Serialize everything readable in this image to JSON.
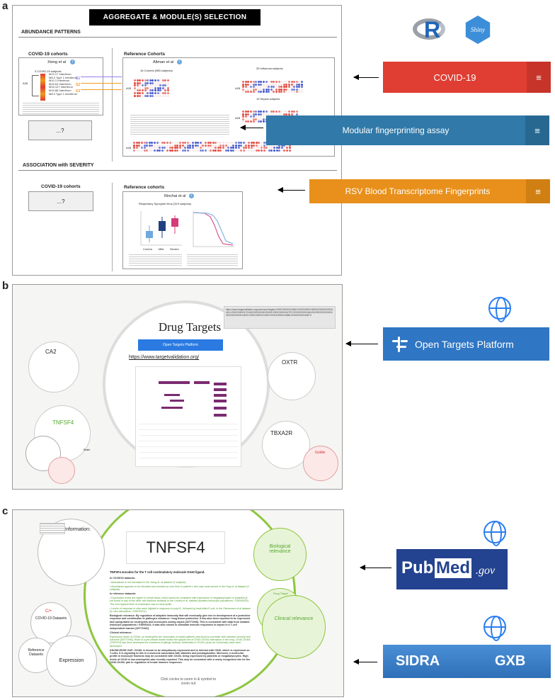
{
  "panels": {
    "a": "a",
    "b": "b",
    "c": "c"
  },
  "panel_a": {
    "title": "AGGREGATE & MODULE(S) SELECTION",
    "abundance_title": "ABUNDANCE PATTERNS",
    "covid_cohorts": "COVID-19 cohorts",
    "xiong": "Xiong et al",
    "covid_subjects": "3 COVID-19 subjects",
    "s_labels": [
      "S1",
      "S2",
      "S3"
    ],
    "aggregate_label": "A28",
    "module_list": [
      "M13.17 Interferon",
      "M8.3 Type 1 Interferon",
      "M10.1 Interferon",
      "M15.64 Interferon",
      "M15.127 Interferon",
      "M15.86 Interferon",
      "M8.3 Type 1 Interferon"
    ],
    "placeholder": "...?",
    "ref_cohorts": "Reference Cohorts",
    "altman": "Altman et al",
    "cohorts_16": "16 Cohorts (985 subjects)",
    "influenza": "25 Influenza subjects",
    "sepsis": "15 Sepsis subjects",
    "rsv": "RSV",
    "association_title": "ASSOCIATION with SEVERITY",
    "covid_cohorts_2": "COVID-19 cohorts",
    "ref_cohorts_2": "Reference cohorts",
    "rinchai": "Rinchai et al",
    "rsv_subjects": "Respiratory Syncytial Virus (319 subjects)",
    "box_x_labels": [
      "Control",
      "Mild",
      "Severe"
    ],
    "info_icon": "i",
    "colors": {
      "heat_red": "#e03a30",
      "heat_blue": "#3a4ec8",
      "orange": "#f29b1d",
      "purple": "#9a7cf0"
    }
  },
  "buttons": [
    {
      "label": "COVID-19",
      "color": "#e03e33",
      "dark": "#c7342a"
    },
    {
      "label": "Modular fingerprinting assay",
      "color": "#3079a8",
      "dark": "#276891"
    },
    {
      "label": "RSV Blood Transcriptome Fingerprints",
      "color": "#e8901b",
      "dark": "#d07f12"
    }
  ],
  "hamburger_icon": "≡",
  "logos": {
    "r": "R",
    "shiny": "Shiny"
  },
  "panel_b": {
    "drug_targets": "Drug Targets",
    "ot_bar": "Open Targets Platform",
    "url": "https://www.targetvalidation.org/",
    "url_box": "https://www.targetvalidation.org/summary?targets=ENSG00000104549,ENSG00000130590,ENSG00000116161,ENSG00000170345,ENSG00000100030,ENSG00000167972,ENSG00000166128,ENSG00000163435,ENSG00000148702,ENSG00000113522,ENSG00000115884,ENSG00000163873",
    "targets": [
      "CA2",
      "OXTR",
      "TNFSF4",
      "TBXA2R",
      "Goldie",
      "Brain"
    ],
    "ot_logo": "Open Targets Platform"
  },
  "panel_c": {
    "gene": "TNFSF4",
    "information": "Information:",
    "bio_relevance": "Biological relevance",
    "clinical_relevance": "Clinical relevance",
    "covid_datasets": "COVID-19 Datasets",
    "ref_datasets": "Reference Datasets",
    "expression": "Expression",
    "drug_target": "Drug Target",
    "cplus": "C/+",
    "zoom_hint": "Click circles to zoom in & symbol to zoom out",
    "headline": "TNFSF4 encodes for the T cell costimulatory molecule OX40 ligand.",
    "paras": [
      "In COVID19 datasets:",
      "• Abundance is not increased in the Xiong et. al dataset (3 subjects)",
      "• Abundance appears to be elevated and remains so over time in patient 1 who was most severe in the Ong et. al dataset (3 subjects)",
      "In reference datasets:",
      "• Expression levels are higher in whole blood, which would be consistent with expression in megakaryocytes or platelets (it not found in any of the other cell fractions isolated) in the Linsley et al. dataset (isolated leukocyte populations / GSE60424). The next highest level of expression was in neutrophils.",
      "• Levels of response in vitro were highest in response to poly:IC, followed by heat-killed E.coli, in the Obermoser et al dataset (in vitro stimulation / GSE30101).",
      "Biological relevance: By regulation of adaptive immunity that will eventually give rise to development of a protective response and contribution to pathogen clearance / lung tissue protection. It has also been reported to be expressed and upregulated on neutrophils and monocytes during sepsis [30771940]. This is consistent with data from isolated leukocyte populations / GSE60424. It was also shown to stimulate immune responses in sepsis in a T-cell independent manner [30771940].",
      "Clinical relevance:",
      "Expression levels of OX40L on neutrophils are monocytes of septic patients was found to correlate with infection severity and outcome [30771940]. Work in a pre-clinical model shows the typical role of OX40-OX40L interaction in the lung. OX40-OX40L (TNFSF4) has been developed for treatment of allergic asthma. Antibodies to OX40L (such as Oxelumab) have been developed.",
      "KNOWLEDGE GAP: OX40L is known to be ubiquitously expressed and to interact with OX40, which is expressed on T-cells. It is signaling to this in a molecule associated with diabetes and prostaglandins. Moreover, a molecular profile in leukocyte fractions may be consistent with OX40L being expressed by platelets or megakaryocytes. High levels of OX40 in low-neutrophils was recently reported. This may be consistent with a newly recognized role for the OX40-OX40L pair in regulation of innate immune responses."
    ],
    "pubmed_pub": "Pub",
    "pubmed_med": "Med",
    "pubmed_gov": ".gov",
    "sidra": "SIDRA",
    "gxb": "GXB"
  }
}
